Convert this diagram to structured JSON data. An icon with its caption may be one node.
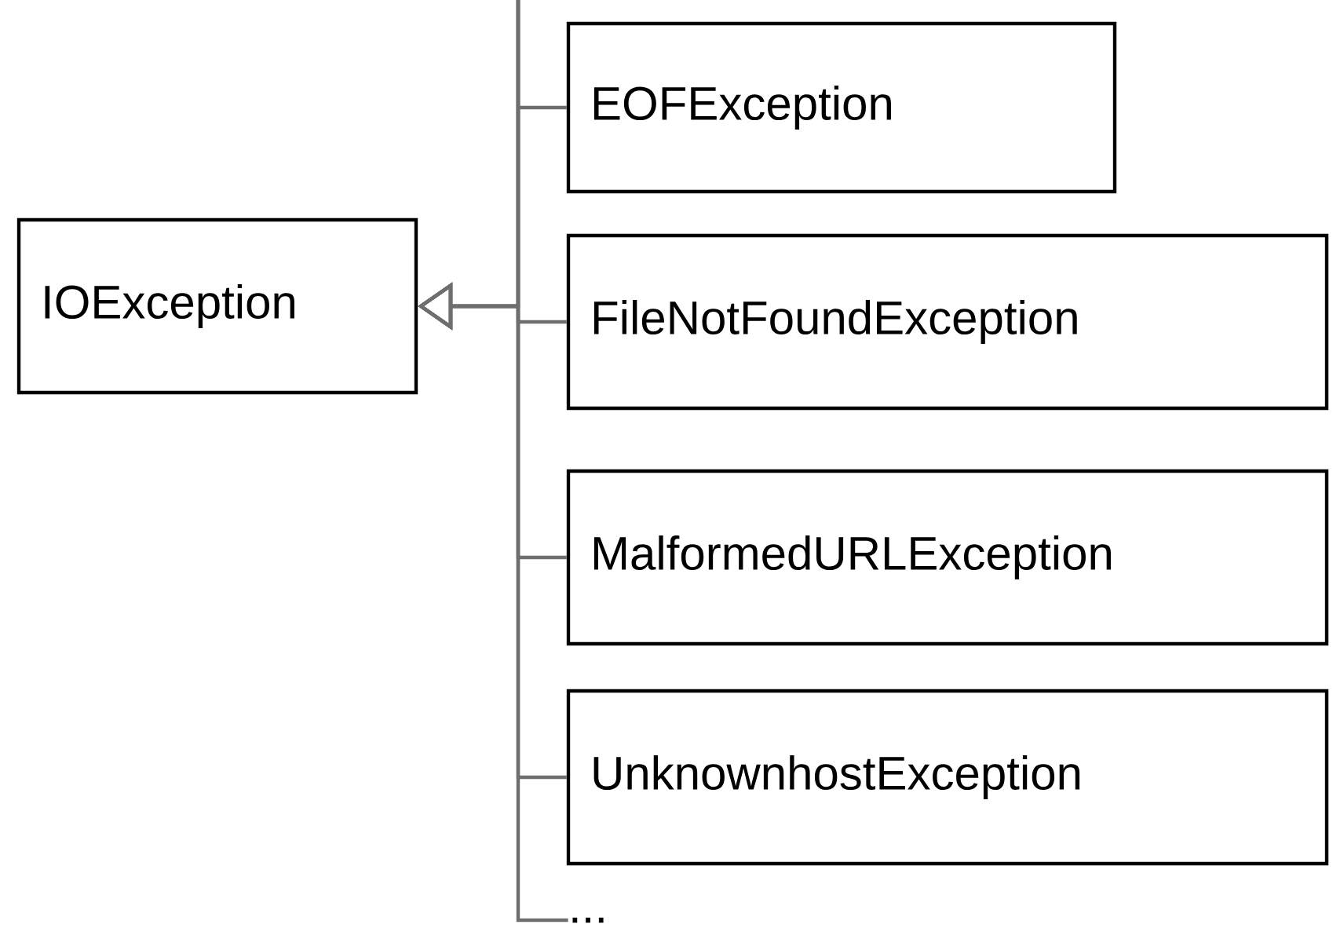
{
  "diagram": {
    "nodes": [
      {
        "text": [
          "IOException"
        ]
      },
      {
        "text": [
          "EOFException"
        ]
      },
      {
        "text": [
          "FileNotFoundException"
        ]
      },
      {
        "text": [
          "MalformedURLException"
        ]
      },
      {
        "text": [
          "UnknownhostException"
        ]
      },
      {
        "text": [
          "..."
        ]
      }
    ],
    "edges": [
      {
        "from": 1,
        "to": 0,
        "arrow": "to"
      },
      {
        "from": 2,
        "to": 0,
        "arrow": "to"
      },
      {
        "from": 3,
        "to": 0,
        "arrow": "to"
      },
      {
        "from": 4,
        "to": 0,
        "arrow": "to"
      },
      {
        "from": 5,
        "to": 0,
        "arrow": "to"
      }
    ]
  }
}
